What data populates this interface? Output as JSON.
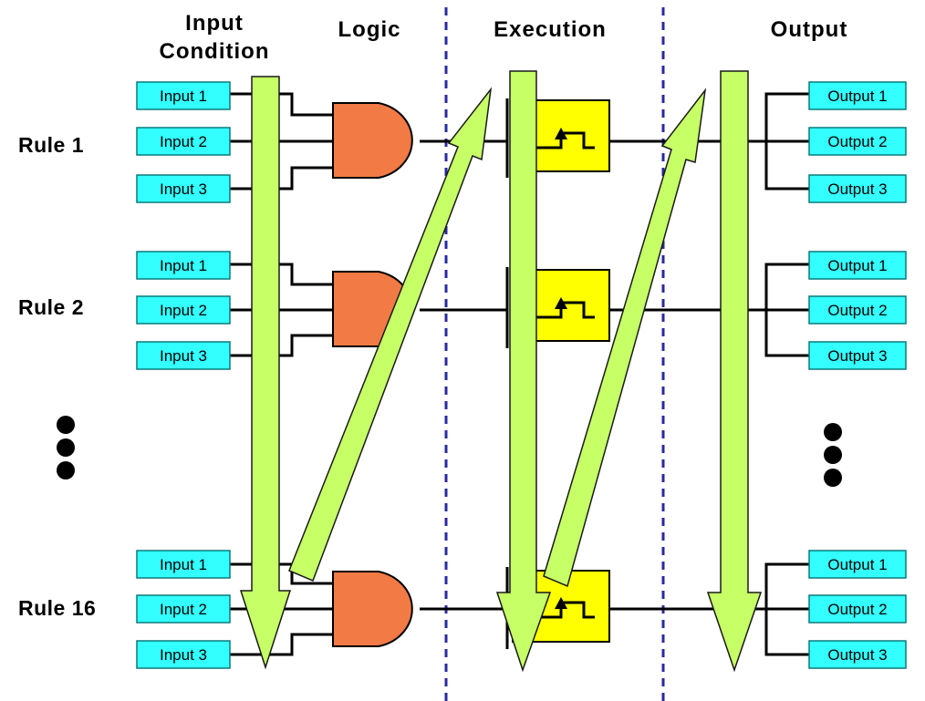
{
  "headers": {
    "input_condition_line1": "Input",
    "input_condition_line2": "Condition",
    "logic": "Logic",
    "execution": "Execution",
    "output": "Output"
  },
  "rules": [
    {
      "label": "Rule 1",
      "inputs": [
        "Input 1",
        "Input 2",
        "Input 3"
      ],
      "outputs": [
        "Output 1",
        "Output 2",
        "Output 3"
      ]
    },
    {
      "label": "Rule 2",
      "inputs": [
        "Input 1",
        "Input 2",
        "Input 3"
      ],
      "outputs": [
        "Output 1",
        "Output 2",
        "Output 3"
      ]
    },
    {
      "label": "Rule 16",
      "inputs": [
        "Input 1",
        "Input 2",
        "Input 3"
      ],
      "outputs": [
        "Output 1",
        "Output 2",
        "Output 3"
      ]
    }
  ],
  "colors": {
    "input_box": "#33ffff",
    "and_gate": "#f27a45",
    "execution_box": "#ffff00",
    "flow_arrow": "#c6ff66",
    "divider": "#2a2aa0"
  },
  "icons": {
    "gate": "and-gate-icon",
    "execution": "pulse-trigger-icon",
    "ellipsis": "vertical-ellipsis-icon",
    "flow": "flow-arrow-icon"
  }
}
